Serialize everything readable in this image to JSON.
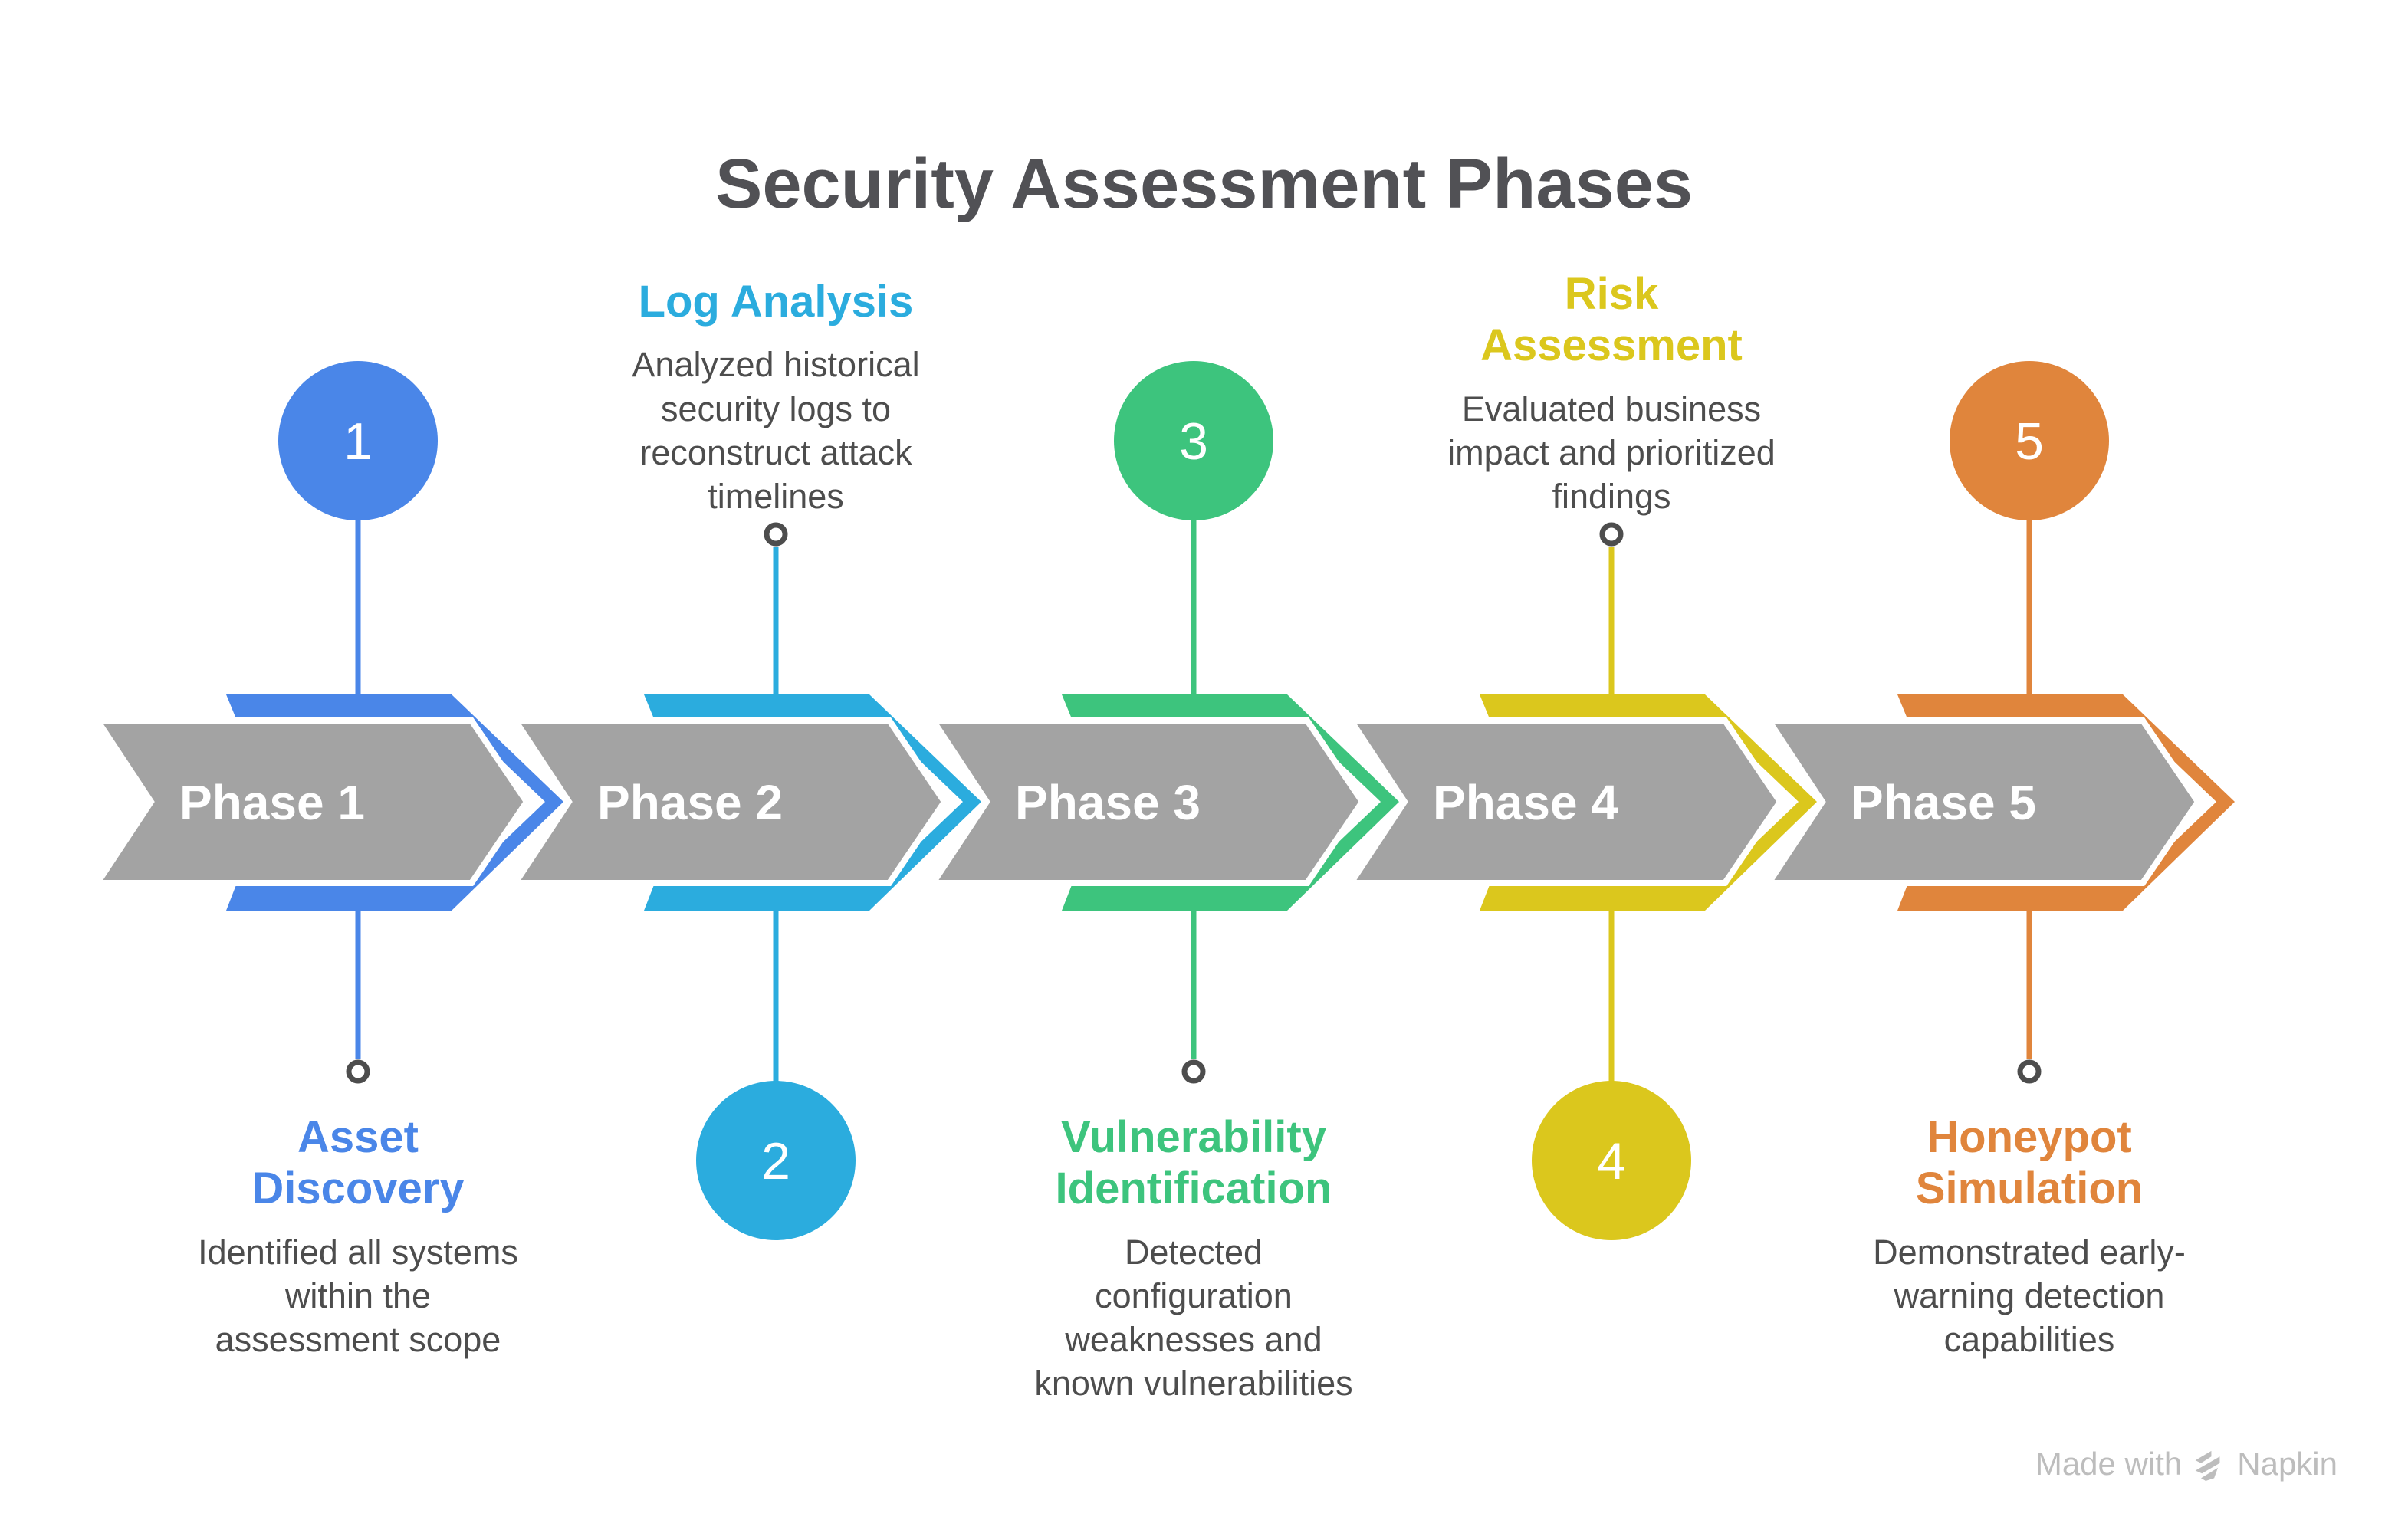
{
  "title": "Security Assessment Phases",
  "watermark": {
    "prefix": "Made with",
    "brand": "Napkin"
  },
  "colors": {
    "background": "#FFFFFF",
    "band_gray": "#A3A3A3",
    "band_stroke": "#FFFFFF",
    "band_label_text": "#FFFFFF",
    "circle_number_text": "#FFFFFF",
    "dot_stroke": "#4D4D4D",
    "body_text": "#4D4D4D",
    "title_text": "#515155",
    "watermark_text": "#BDBDBD"
  },
  "phases": [
    {
      "number": "1",
      "band_label": "Phase 1",
      "color": "#4A86E8",
      "number_position": "top",
      "title": "Asset Discovery",
      "description": "Identified all systems within the assessment scope"
    },
    {
      "number": "2",
      "band_label": "Phase 2",
      "color": "#2BACDE",
      "number_position": "bottom",
      "title": "Log Analysis",
      "description": "Analyzed historical security logs to reconstruct attack timelines"
    },
    {
      "number": "3",
      "band_label": "Phase 3",
      "color": "#3DC47D",
      "number_position": "top",
      "title": "Vulnerability Identification",
      "description": "Detected configuration weaknesses and known vulnerabilities"
    },
    {
      "number": "4",
      "band_label": "Phase 4",
      "color": "#DBC71D",
      "number_position": "bottom",
      "title": "Risk Assessment",
      "description": "Evaluated business impact and prioritized findings"
    },
    {
      "number": "5",
      "band_label": "Phase 5",
      "color": "#E0853C",
      "number_position": "top",
      "title": "Honeypot Simulation",
      "description": "Demonstrated early-warning detection capabilities"
    }
  ]
}
